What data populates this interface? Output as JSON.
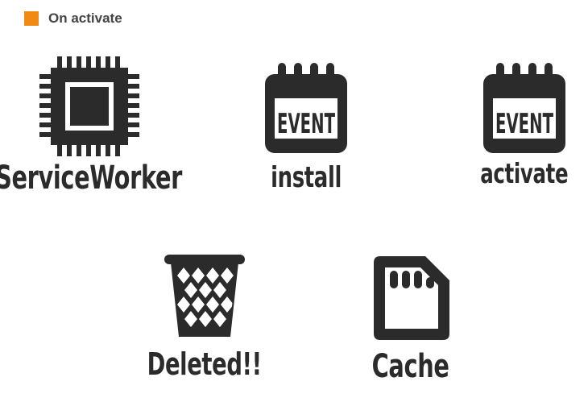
{
  "legend": {
    "label": "On activate",
    "color": "#f08a14"
  },
  "nodes": {
    "service_worker": {
      "label": "ServiceWorker",
      "icon": "cpu-chip-icon"
    },
    "install": {
      "label": "install",
      "icon": "calendar-event-icon",
      "badge": "EVENT"
    },
    "activate": {
      "label": "activate",
      "icon": "calendar-event-icon",
      "badge": "EVENT"
    },
    "deleted": {
      "label": "Deleted!!",
      "icon": "trash-basket-icon"
    },
    "cache": {
      "label": "Cache",
      "icon": "sd-card-icon"
    }
  },
  "colors": {
    "icon": "#2b2b2b"
  }
}
